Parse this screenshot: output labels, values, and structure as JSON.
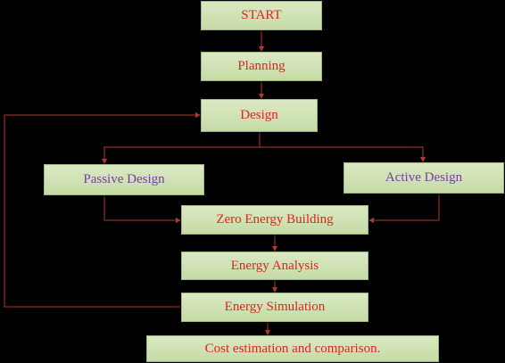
{
  "diagram": {
    "nodes": {
      "start": "START",
      "planning": "Planning",
      "design": "Design",
      "passive_design": "Passive Design",
      "active_design": "Active Design",
      "zero_energy_building": "Zero Energy Building",
      "energy_analysis": "Energy Analysis",
      "energy_simulation": "Energy Simulation",
      "cost_estimation": "Cost estimation and comparison."
    },
    "edges": [
      [
        "start",
        "planning"
      ],
      [
        "planning",
        "design"
      ],
      [
        "design",
        "passive_design"
      ],
      [
        "design",
        "active_design"
      ],
      [
        "passive_design",
        "zero_energy_building"
      ],
      [
        "active_design",
        "zero_energy_building"
      ],
      [
        "zero_energy_building",
        "energy_analysis"
      ],
      [
        "energy_analysis",
        "energy_simulation"
      ],
      [
        "energy_simulation",
        "cost_estimation"
      ],
      [
        "energy_simulation",
        "design"
      ]
    ],
    "colors": {
      "background": "#000000",
      "box_fill": "#d3e4b8",
      "box_border": "#9bb57a",
      "connector": "#b03a2e",
      "text_primary": "#e02222",
      "text_secondary": "#7a3aa6"
    }
  }
}
